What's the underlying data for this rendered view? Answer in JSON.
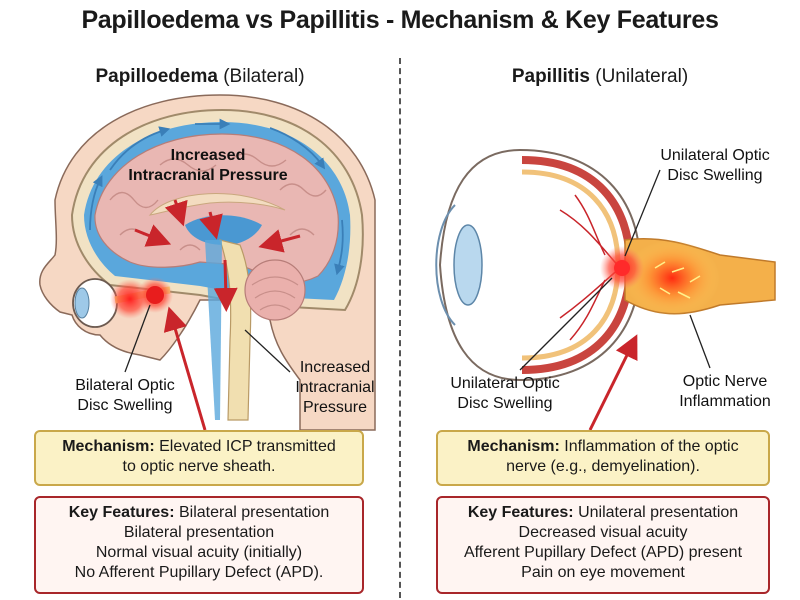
{
  "title": "Papilloedema vs Papillitis - Mechanism & Key Features",
  "left": {
    "heading_bold": "Papilloedema",
    "heading_rest": " (Bilateral)",
    "label_icp_top": [
      "Increased",
      "Intracranial Pressure"
    ],
    "label_icp_right": [
      "Increased",
      "Intracranial",
      "Pressure"
    ],
    "label_swelling": [
      "Bilateral Optic",
      "Disc Swelling"
    ],
    "mechanism_label": "Mechanism:",
    "mechanism_text": " Elevated ICP transmitted",
    "mechanism_text2": "to optic nerve sheath.",
    "features_label": "Key Features:",
    "features_first": " Bilateral presentation",
    "features": [
      "Bilateral presentation",
      "Normal visual acuity (initially)",
      "No Afferent Pupillary Defect (APD)."
    ]
  },
  "right": {
    "heading_bold": "Papillitis",
    "heading_rest": " (Unilateral)",
    "label_top": [
      "Unilateral Optic",
      "Disc Swelling"
    ],
    "label_bottom": [
      "Unilateral Optic",
      "Disc Swelling"
    ],
    "label_inflammation": [
      "Optic Nerve",
      "Inflammation"
    ],
    "mechanism_label": "Mechanism:",
    "mechanism_text": " Inflammation of the optic",
    "mechanism_text2": "nerve (e.g., demyelination).",
    "features_label": "Key Features:",
    "features_first": " Unilateral presentation",
    "features": [
      "Decreased visual acuity",
      "Afferent Pupillary Defect (APD) present",
      "Pain on eye movement"
    ]
  },
  "colors": {
    "csf_blue": "#5aa7dc",
    "brain_pink": "#e9b7b3",
    "skin": "#f6d8c4",
    "arrow_red": "#c9252b",
    "swelling_red": "#ff2a2a",
    "mechanism_fill": "#fbf2c6",
    "features_border": "#a8262a"
  }
}
